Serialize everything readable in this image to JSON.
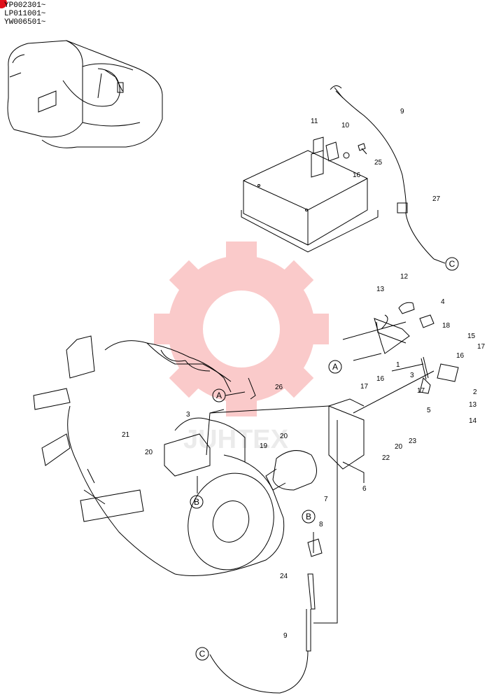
{
  "serial_ranges": [
    "YP002301~",
    "LP011001~",
    "YW006501~"
  ],
  "watermark": {
    "text": "JUHTEX",
    "color": "#f26b6b"
  },
  "part_callouts": [
    {
      "id": "p9a",
      "label": "9"
    },
    {
      "id": "p27",
      "label": "27"
    },
    {
      "id": "p11",
      "label": "11"
    },
    {
      "id": "p10",
      "label": "10"
    },
    {
      "id": "p16a",
      "label": "16"
    },
    {
      "id": "p25",
      "label": "25"
    },
    {
      "id": "p12",
      "label": "12"
    },
    {
      "id": "p13a",
      "label": "13"
    },
    {
      "id": "p4",
      "label": "4"
    },
    {
      "id": "p18",
      "label": "18"
    },
    {
      "id": "p15",
      "label": "15"
    },
    {
      "id": "p17a",
      "label": "17"
    },
    {
      "id": "p16b",
      "label": "16"
    },
    {
      "id": "p2",
      "label": "2"
    },
    {
      "id": "p1",
      "label": "1"
    },
    {
      "id": "p3",
      "label": "3"
    },
    {
      "id": "p17b",
      "label": "17"
    },
    {
      "id": "p16c",
      "label": "16"
    },
    {
      "id": "p17c",
      "label": "17"
    },
    {
      "id": "p13b",
      "label": "13"
    },
    {
      "id": "p14",
      "label": "14"
    },
    {
      "id": "p5",
      "label": "5"
    },
    {
      "id": "p26",
      "label": "26"
    },
    {
      "id": "p3b",
      "label": "3"
    },
    {
      "id": "p21",
      "label": "21"
    },
    {
      "id": "p20a",
      "label": "20"
    },
    {
      "id": "p19",
      "label": "19"
    },
    {
      "id": "p20b",
      "label": "20"
    },
    {
      "id": "p22",
      "label": "22"
    },
    {
      "id": "p20c",
      "label": "20"
    },
    {
      "id": "p23",
      "label": "23"
    },
    {
      "id": "p6",
      "label": "6"
    },
    {
      "id": "p7",
      "label": "7"
    },
    {
      "id": "p8",
      "label": "8"
    },
    {
      "id": "p24",
      "label": "24"
    },
    {
      "id": "p9b",
      "label": "9"
    }
  ],
  "reference_markers": [
    {
      "id": "refA1",
      "label": "A"
    },
    {
      "id": "refA2",
      "label": "A"
    },
    {
      "id": "refB1",
      "label": "B"
    },
    {
      "id": "refB2",
      "label": "B"
    },
    {
      "id": "refC1",
      "label": "C"
    },
    {
      "id": "refC2",
      "label": "C"
    }
  ]
}
